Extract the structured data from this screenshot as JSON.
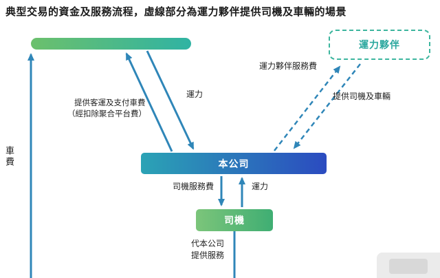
{
  "title": "典型交易的資金及服務流程，虛線部分為運力夥伴提供司機及車輛的場景",
  "nodes": {
    "partner": "運力夥伴",
    "company": "本公司",
    "driver": "司機"
  },
  "edge_labels": {
    "fare": "車費",
    "ride_line1": "提供客運及支付車費",
    "ride_line2": "（經扣除聚合平台費）",
    "capacity_upper": "運力",
    "partner_fee": "運力夥伴服務費",
    "provide_drivers_vehicles": "提供司機及車輛",
    "driver_fee": "司機服務費",
    "capacity_lower": "運力",
    "behalf_line1": "代本公司",
    "behalf_line2": "提供服務"
  },
  "colors": {
    "green_start": "#6cc06c",
    "green_end": "#2fb3a3",
    "blue_start": "#2ba3b5",
    "blue_end": "#2b4bc0",
    "driver_start": "#7cc57a",
    "driver_end": "#3fae73",
    "arrow": "#2f86b8",
    "partner_border": "#3cb59e",
    "partner_text": "#2aa79e"
  }
}
